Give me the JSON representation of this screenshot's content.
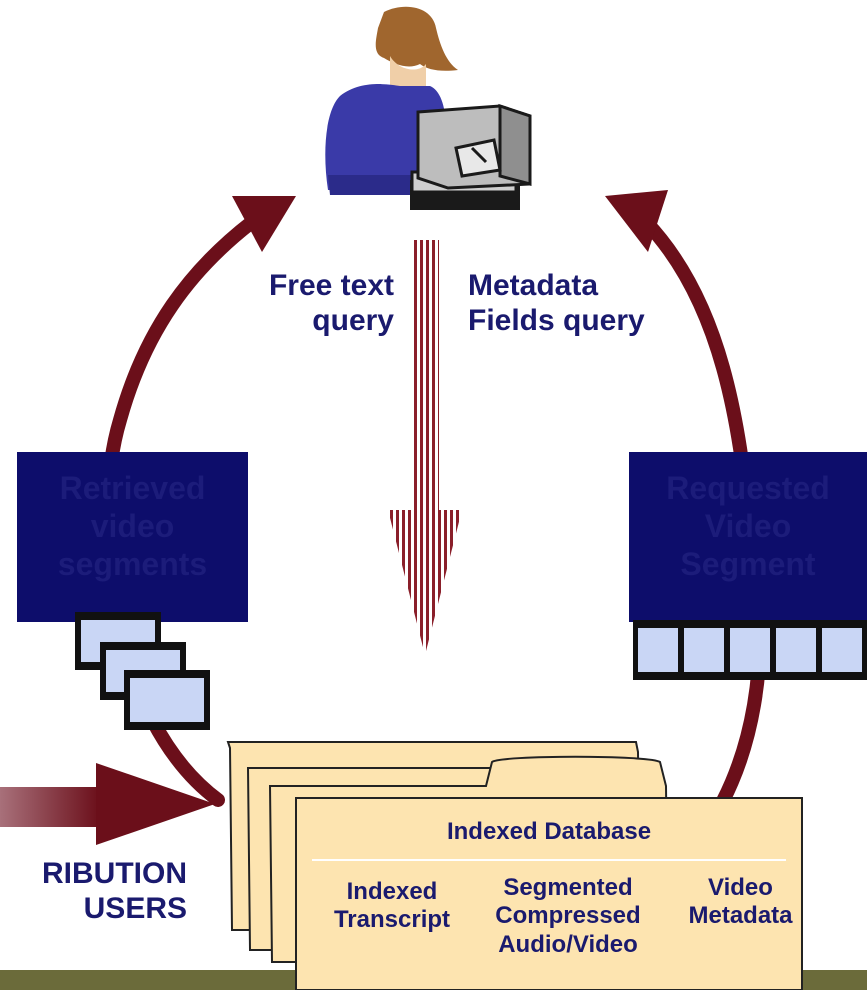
{
  "query_labels": {
    "free_text": "Free text query",
    "metadata": "Metadata Fields query"
  },
  "retrieved_box": "Retrieved video segments",
  "requested_box": "Requested Video Segment",
  "distribution": "RIBUTION USERS",
  "database": {
    "title": "Indexed Database",
    "col1": "Indexed Transcript",
    "col2": "Segmented Compressed Audio/Video",
    "col3": "Video Metadata"
  },
  "colors": {
    "arrow": "#6b0f1a",
    "box": "#0d0d6b",
    "folder": "#fde4b0",
    "frame": "#c9d6f5",
    "text": "#1a1a6e",
    "bottom_bar": "#6b6b3a"
  }
}
